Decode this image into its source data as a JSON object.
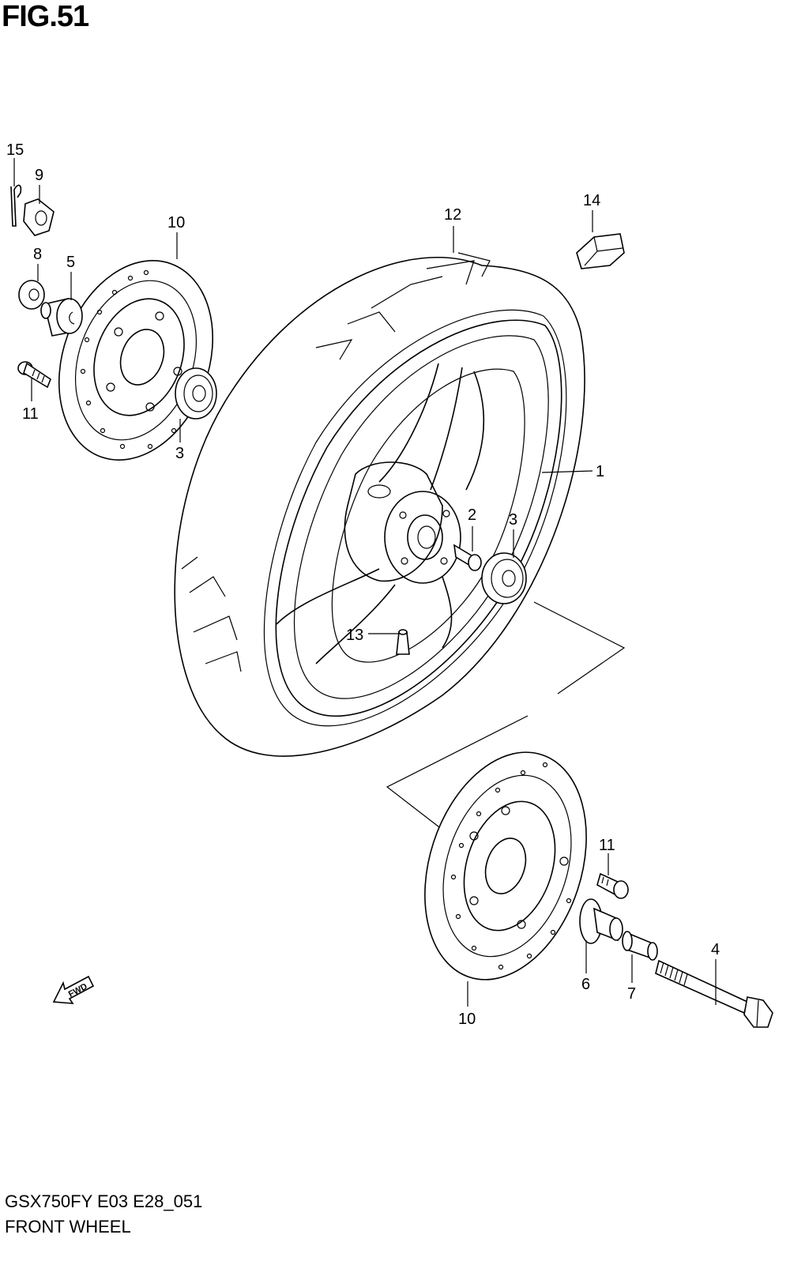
{
  "figure": {
    "title": "FIG.51",
    "code": "GSX750FY E03 E28_051",
    "name": "FRONT WHEEL"
  },
  "fwd_label": "FWD",
  "callouts": {
    "c1": "1",
    "c2": "2",
    "c3a": "3",
    "c3b": "3",
    "c4": "4",
    "c5": "5",
    "c6": "6",
    "c7": "7",
    "c8": "8",
    "c9": "9",
    "c10a": "10",
    "c10b": "10",
    "c11a": "11",
    "c11b": "11",
    "c12": "12",
    "c13": "13",
    "c14": "14",
    "c15": "15"
  }
}
